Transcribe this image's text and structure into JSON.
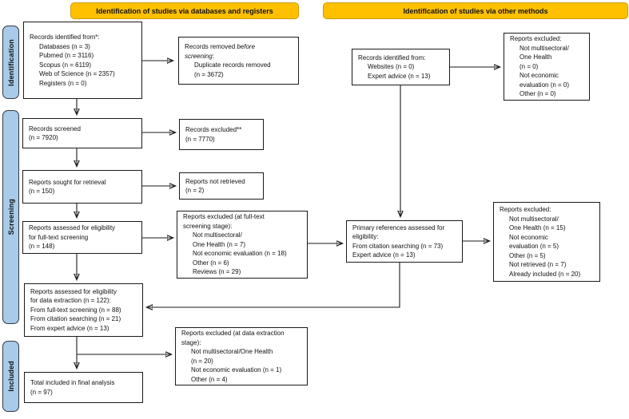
{
  "diagram_type": "PRISMA flow diagram",
  "colors": {
    "header_bg": "#FFC000",
    "header_border": "#CE9A02",
    "stage_bg": "#A8CBE9",
    "stage_border": "#34383F",
    "box_border": "#1A1A1A",
    "arrow": "#1A1A1A"
  },
  "headers": [
    {
      "label": "Identification of studies via databases and registers"
    },
    {
      "label": "Identification of studies via other methods"
    }
  ],
  "sidebar": [
    {
      "label": "Identification"
    },
    {
      "label": "Screening"
    },
    {
      "label": "Included"
    }
  ],
  "boxes": {
    "records_identified_db": {
      "lines": [
        "Records identified from*:",
        "Databases (n = 3)",
        "Pubmed (n = 3116)",
        "Scopus (n = 6119)",
        "Web of Science (n = 2357)",
        "Registers (n = 0)"
      ]
    },
    "records_removed": {
      "line1_normal": "Records removed ",
      "line1_italic": "before",
      "line2_italic": "screening",
      "line2_normal": ":",
      "line3": "Duplicate records removed",
      "line4": "(n = 3672)"
    },
    "records_screened": {
      "lines": [
        "Records screened",
        "(n = 7920)"
      ]
    },
    "records_excluded": {
      "lines": [
        "Records excluded**",
        "(n = 7770)"
      ]
    },
    "reports_sought": {
      "lines": [
        "Reports sought for retrieval",
        "(n = 150)"
      ]
    },
    "reports_not_retrieved": {
      "lines": [
        "Reports not retrieved",
        "(n = 2)"
      ]
    },
    "assessed_fulltext": {
      "lines": [
        "Reports assessed for eligibility",
        "for full-text screening",
        "(n = 148)"
      ]
    },
    "excluded_fulltext": {
      "lines": [
        "Reports excluded (at full-text",
        "screening stage):",
        "Not multisectoral/",
        "One Health (n = 7)",
        "Not economic evaluation (n = 18)",
        "Other (n = 6)",
        "Reviews (n = 29)"
      ]
    },
    "assessed_extraction": {
      "lines": [
        "Reports assessed for eligibility",
        "for data extraction (n = 122):",
        "From full-text screening (n = 88)",
        "From citation searching (n = 21)",
        "From expert advice (n = 13)"
      ]
    },
    "excluded_extraction": {
      "lines": [
        "Reports excluded (at data extraction",
        "stage):",
        "Not multisectoral/One Health",
        "(n = 20)",
        "Not economic evaluation (n = 1)",
        "Other (n = 4)"
      ]
    },
    "total_included": {
      "lines": [
        "Total included in final analysis",
        "(n = 97)"
      ]
    },
    "records_identified_other": {
      "lines": [
        "Records identified from:",
        "Websites (n = 0)",
        "Expert advice (n = 13)"
      ]
    },
    "excluded_other": {
      "lines": [
        "Reports excluded:",
        "Not multisectoral/",
        "One Health",
        "(n = 0)",
        "Not economic",
        "evaluation (n = 0)",
        "Other (n = 0)"
      ]
    },
    "primary_references": {
      "lines": [
        "Primary references assessed for",
        "eligibility:",
        "From citation searching (n = 73)",
        "Expert advice (n = 13)"
      ]
    },
    "excluded_primary": {
      "lines": [
        "Reports excluded:",
        "Not multisectoral/",
        "One Health (n = 15)",
        "Not economic",
        "evaluation (n = 5)",
        "Other (n = 5)",
        "Not retrieved (n = 7)",
        "Already included (n = 20)"
      ]
    }
  }
}
